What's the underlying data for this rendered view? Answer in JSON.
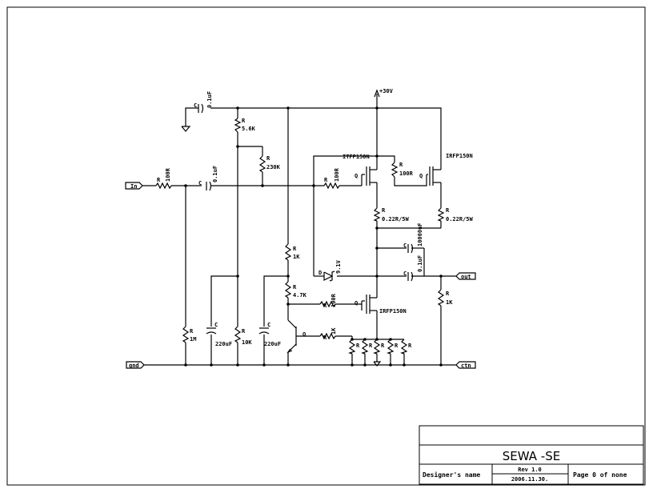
{
  "title_block": {
    "title": "SEWA -SE",
    "designer": "Designer's name",
    "rev": "Rev 1.0",
    "date": "2006.11.30.",
    "page": "Page 0 of none"
  },
  "ports": {
    "in": "In",
    "out": "out",
    "gnd": "gnd",
    "ctn": "ctn"
  },
  "supply": "+30V",
  "labels": {
    "R": "R",
    "C": "C",
    "Q": "Q",
    "D": "D",
    "cap_top": "0.1uF",
    "r_bias_top": "5.6K",
    "r_bias_mid": "230K",
    "r_in": "100R",
    "c_in": "0.1uF",
    "r_gate1": "100R",
    "q1": "ITFP150N",
    "r_gate2": "100R",
    "q2": "IRFP150N",
    "r_src1": "0.22R/5W",
    "r_src2": "0.22R/5W",
    "c_out_big": "10000uF",
    "c_out_small": "0.1uF",
    "r_1k_a": "1K",
    "zener": "9.1V",
    "r_47k": "4.7K",
    "r_gate3": "100R",
    "q3": "IRFP150N",
    "r_out": "1K",
    "r_1m": "1M",
    "c_220_a": "220uF",
    "r_10k": "10K",
    "c_220_b": "220uF",
    "r_1k_b": "1K"
  }
}
